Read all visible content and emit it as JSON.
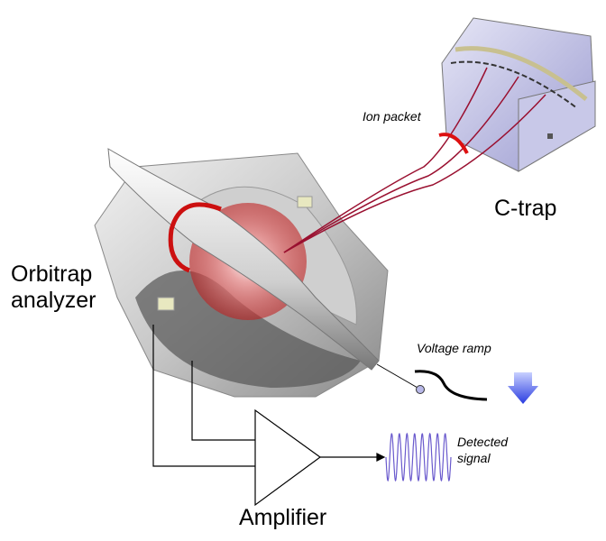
{
  "labels": {
    "ion_packet": "Ion packet",
    "c_trap": "C-trap",
    "orbitrap_line1": "Orbitrap",
    "orbitrap_line2": "analyzer",
    "voltage_ramp": "Voltage ramp",
    "detected_line1": "Detected",
    "detected_line2": "signal",
    "amplifier": "Amplifier"
  },
  "colors": {
    "ion_red": "#cc1010",
    "arrow_blue": "#4a5cf0",
    "signal_purple": "#6a5acd",
    "ctrap_body": "#b8b8e0"
  }
}
